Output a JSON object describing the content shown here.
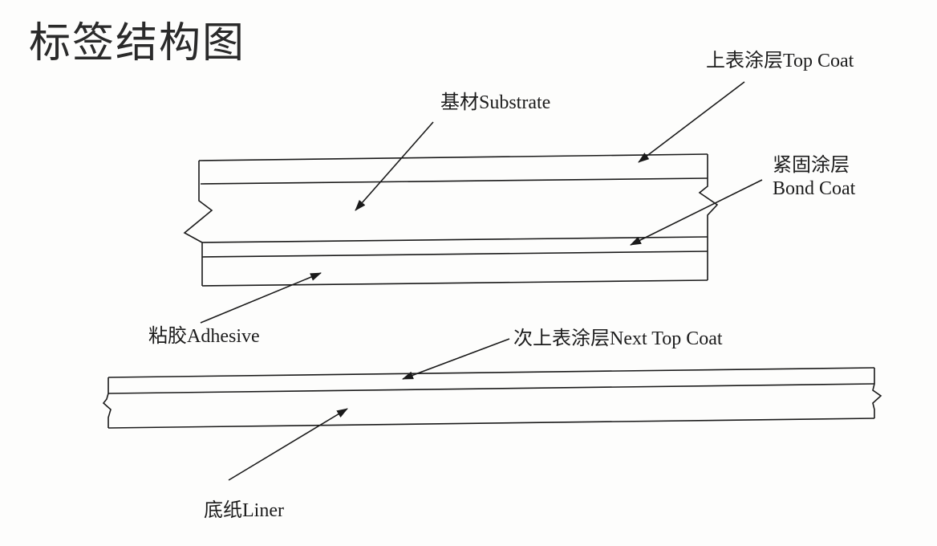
{
  "title": "标签结构图",
  "labels": {
    "top_coat": "上表涂层Top Coat",
    "substrate": "基材Substrate",
    "bond_coat_cn": "紧固涂层",
    "bond_coat_en": "Bond Coat",
    "adhesive": "粘胶Adhesive",
    "next_top_coat": "次上表涂层Next Top Coat",
    "liner": "底纸Liner"
  }
}
